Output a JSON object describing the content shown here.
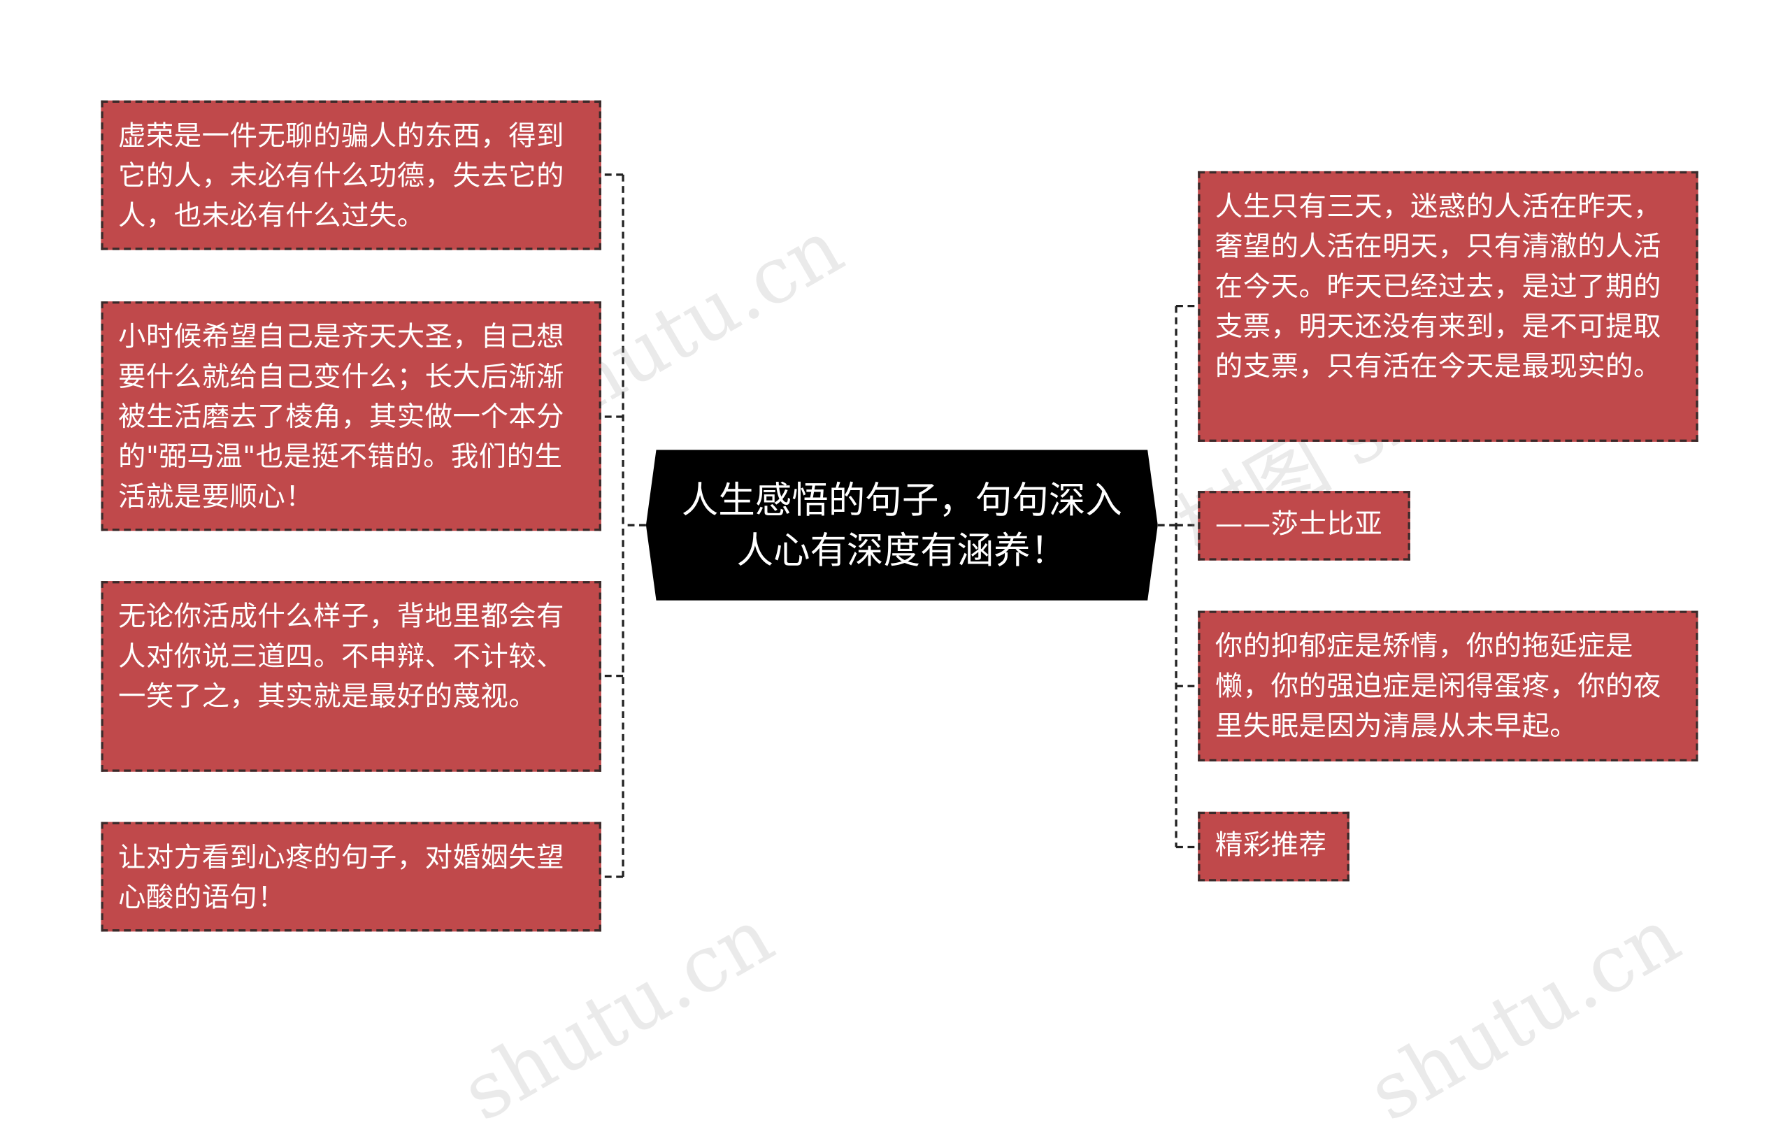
{
  "root": {
    "title": "人生感悟的句子，句句深入人心有深度有涵养！"
  },
  "left_nodes": [
    "虚荣是一件无聊的骗人的东西，得到它的人，未必有什么功德，失去它的人，也未必有什么过失。",
    "小时候希望自己是齐天大圣，自己想要什么就给自己变什么；长大后渐渐被生活磨去了棱角，其实做一个本分的\"弼马温\"也是挺不错的。我们的生活就是要顺心！",
    "无论你活成什么样子，背地里都会有人对你说三道四。不申辩、不计较、一笑了之，其实就是最好的蔑视。",
    "让对方看到心疼的句子，对婚姻失望心酸的语句！"
  ],
  "right_nodes": [
    "人生只有三天，迷惑的人活在昨天，奢望的人活在明天，只有清澈的人活在今天。昨天已经过去，是过了期的支票，明天还没有来到，是不可提取的支票，只有活在今天是最现实的。",
    "——莎士比亚",
    "你的抑郁症是矫情，你的拖延症是懒，你的强迫症是闲得蛋疼，你的夜里失眠是因为清晨从未早起。",
    "精彩推荐"
  ],
  "watermarks": [
    "树图 shutu.cn",
    "shutu.cn",
    "树图 shutu.cn",
    "shutu.cn"
  ],
  "colors": {
    "node_fill": "#c0494b",
    "root_fill": "#000000",
    "connector": "#222222"
  }
}
